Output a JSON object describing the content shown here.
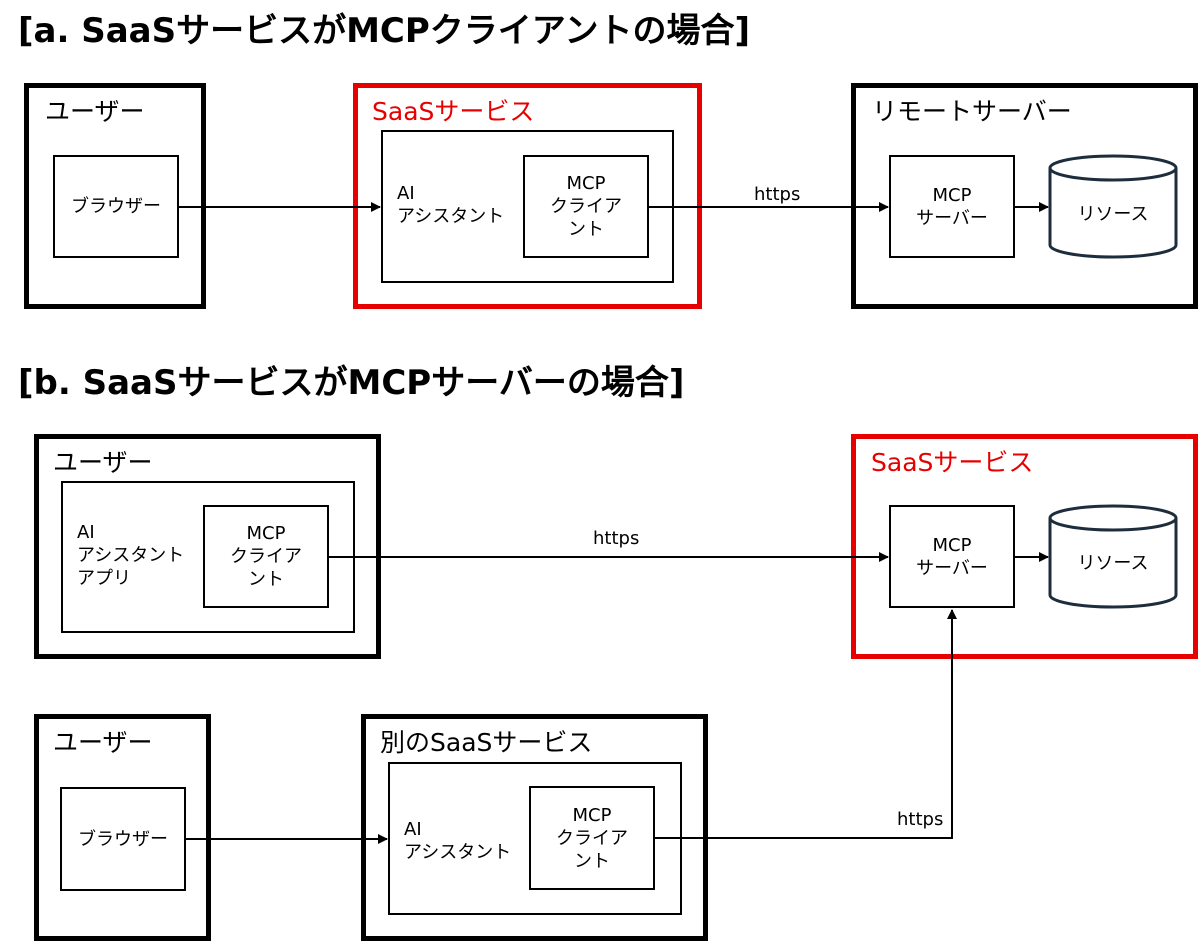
{
  "section_a": {
    "title": "[a. SaaSサービスがMCPクライアントの場合]",
    "user_label": "ユーザー",
    "browser": "ブラウザー",
    "saas_label": "SaaSサービス",
    "ai_assistant": "AI\nアシスタント",
    "mcp_client": "MCP\nクライア\nント",
    "remote_label": "リモートサーバー",
    "mcp_server": "MCP\nサーバー",
    "resource": "リソース",
    "https": "https"
  },
  "section_b": {
    "title": "[b. SaaSサービスがMCPサーバーの場合]",
    "user1_label": "ユーザー",
    "ai_assistant_app": "AI\nアシスタント\nアプリ",
    "mcp_client1": "MCP\nクライア\nント",
    "https1": "https",
    "saas_label": "SaaSサービス",
    "mcp_server": "MCP\nサーバー",
    "resource": "リソース",
    "user2_label": "ユーザー",
    "browser": "ブラウザー",
    "other_saas_label": "別のSaaSサービス",
    "ai_assistant": "AI\nアシスタント",
    "mcp_client2": "MCP\nクライア\nント",
    "https2": "https"
  },
  "colors": {
    "red": "#e60000",
    "black": "#000000",
    "cylinder_stroke": "#1e2d3b"
  }
}
